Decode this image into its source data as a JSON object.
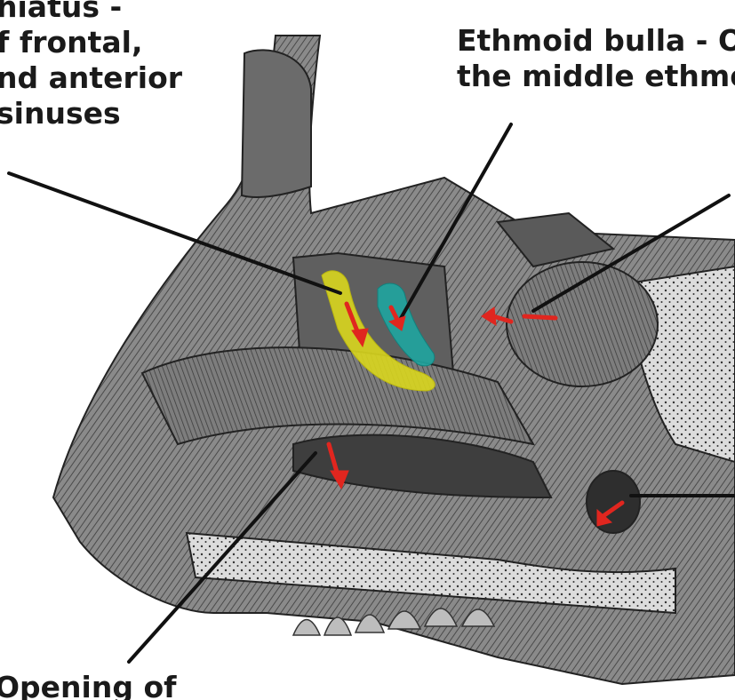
{
  "labels": {
    "semilunar_hiatus": {
      "lines": [
        "hiatus -",
        "f frontal,",
        "nd anterior",
        "sinuses"
      ]
    },
    "ethmoid_bulla": {
      "lines": [
        "Ethmoid bulla - O",
        "the middle ethmo"
      ]
    },
    "nasolacrimal_duct": {
      "lines": [
        "Opening of"
      ]
    }
  },
  "colors": {
    "semilunar_hiatus_highlight": "#d9d61e",
    "ethmoid_bulla_highlight": "#1fa5a0",
    "arrows": "#e0261f",
    "leader_lines": "#111111"
  },
  "icons": [
    "flow-arrow-icon"
  ]
}
